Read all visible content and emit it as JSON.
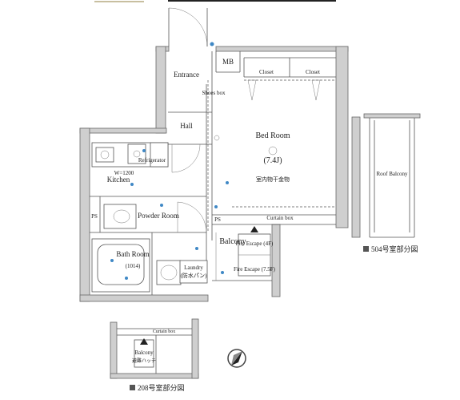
{
  "rooms": {
    "mb": "MB",
    "closet_left": "Closet",
    "closet_right": "Closet",
    "entrance": "Entrance",
    "shoes_box": "Shoes box",
    "hall": "Hall",
    "bed_room": "Bed Room",
    "bed_room_size": "(7.4J)",
    "indoor_dryer": "室内物干金物",
    "refrigerator": "Refrigerator",
    "kitchen_width": "W=1200",
    "kitchen": "Kitchen",
    "powder_room": "Powder Room",
    "ps_left": "PS",
    "ps_right": "PS",
    "curtain_box": "Curtain box",
    "balcony": "Balcony",
    "fire_escape_1": "Fire Escape (4F)",
    "fire_escape_2": "Fire Escape (7.5F)",
    "bath_room": "Bath Room",
    "bath_room_size": "(1014)",
    "laundry": "Laundry",
    "laundry_sub": "(防水パン)",
    "roof_balcony": "Roof Balcony"
  },
  "captions": {
    "room_504": "504号室部分図",
    "room_208": "208号室部分図"
  },
  "inset_208": {
    "curtain_box": "Curtain box",
    "balcony": "Balcony",
    "sub": "避難ハッチ"
  }
}
